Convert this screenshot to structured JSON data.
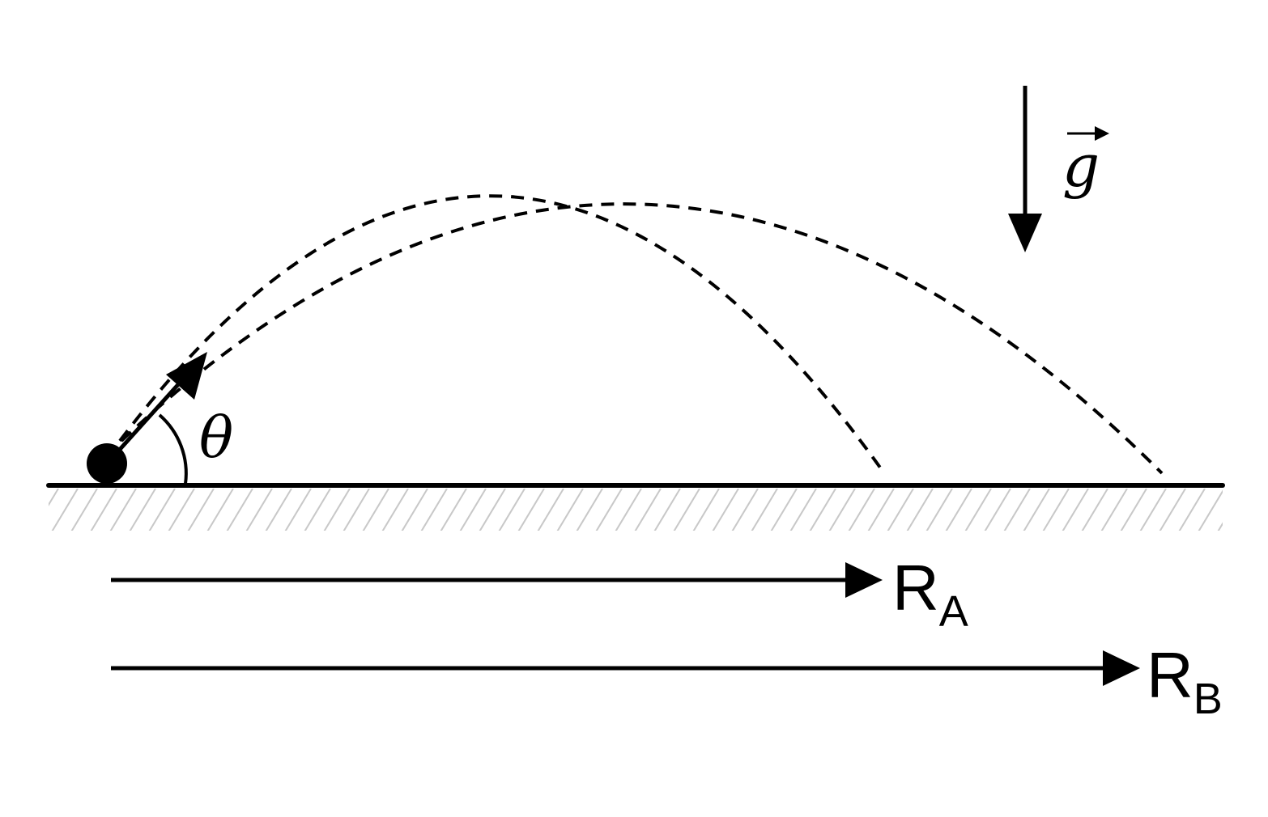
{
  "diagram": {
    "angle_label": "θ",
    "gravity_label": "g",
    "range_a": {
      "main": "R",
      "sub": "A"
    },
    "range_b": {
      "main": "R",
      "sub": "B"
    }
  },
  "colors": {
    "ink": "#000000",
    "hatch": "#c8c8c8",
    "background": "#ffffff"
  },
  "elements": {
    "projectile": "ball",
    "launch_velocity": "arrow",
    "trajectories": [
      "trajectory-a",
      "trajectory-b"
    ],
    "ground": "ground-line-with-hatching",
    "gravity_indicator": "down-arrow-icon"
  }
}
